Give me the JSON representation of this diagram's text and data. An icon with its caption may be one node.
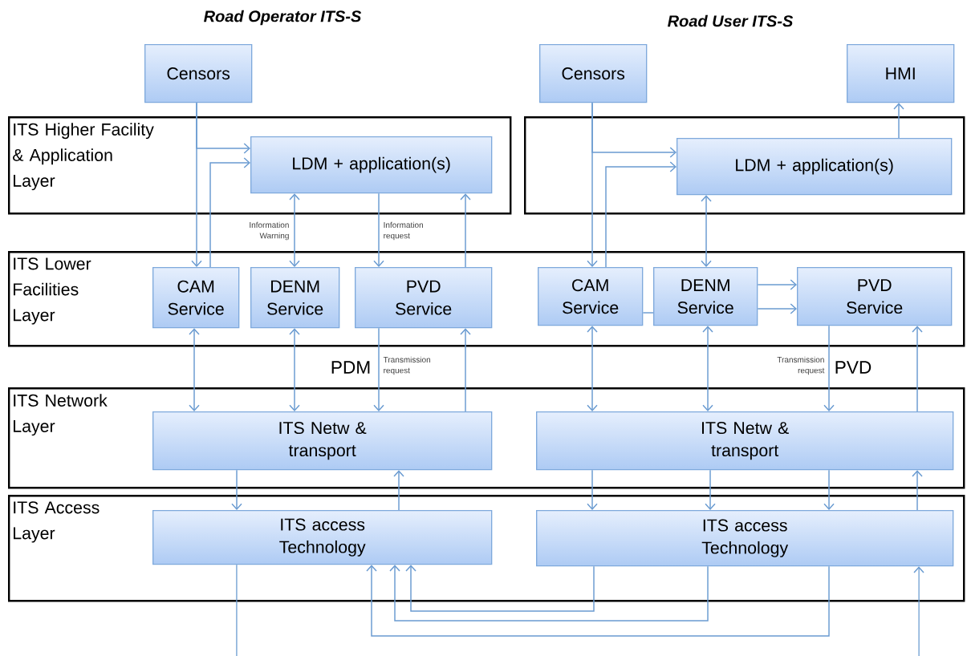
{
  "diagram": {
    "nodes": [
      {
        "text": [
          "ITS Higher Facility & Application Layer"
        ]
      },
      {
        "text": [],
        "shape": "box"
      },
      {
        "text": [
          "ITS Lower Facilities Layer"
        ]
      },
      {
        "text": [
          "ITS Network Layer"
        ]
      },
      {
        "text": [
          "ITS Access Layer"
        ]
      },
      {
        "text": [
          "Censors"
        ]
      },
      {
        "text": [
          "Censors"
        ]
      },
      {
        "text": [
          "HMI"
        ]
      },
      {
        "text": [
          "LDM + application(s)"
        ],
        "in": 0
      },
      {
        "text": [
          "LDM + application(s)"
        ],
        "in": 1
      },
      {
        "text": [
          "CAM Service"
        ],
        "in": 2
      },
      {
        "text": [
          "DENM Service"
        ],
        "in": 2
      },
      {
        "text": [
          "PVD Service"
        ],
        "in": 2
      },
      {
        "text": [
          "CAM Service"
        ],
        "in": 2
      },
      {
        "text": [
          "DENM Service"
        ],
        "in": 2
      },
      {
        "text": [
          "PVD Service"
        ],
        "in": 2
      },
      {
        "text": [
          "ITS Netw & transport"
        ],
        "in": 3
      },
      {
        "text": [
          "ITS Netw & transport"
        ],
        "in": 3
      },
      {
        "text": [
          "ITS access Technology"
        ],
        "in": 4
      },
      {
        "text": [
          "ITS access Technology"
        ],
        "in": 4
      }
    ],
    "edges": [
      {
        "from": 5,
        "to": 10,
        "arrow": "to"
      },
      {
        "from": 5,
        "to": 8,
        "arrow": "to"
      },
      {
        "from": 10,
        "to": 8,
        "arrow": "to"
      },
      {
        "from": 11,
        "to": 8,
        "arrow": "both",
        "label": "Information Warning"
      },
      {
        "from": 8,
        "to": 12,
        "arrow": "to",
        "label": "Information request"
      },
      {
        "from": 12,
        "to": 8,
        "arrow": "to"
      },
      {
        "from": 10,
        "to": 16,
        "arrow": "both"
      },
      {
        "from": 11,
        "to": 16,
        "arrow": "both"
      },
      {
        "from": 12,
        "to": 16,
        "arrow": "to",
        "label": "Transmission request"
      },
      {
        "from": 16,
        "to": 12,
        "arrow": "to"
      },
      {
        "from": 16,
        "to": 18,
        "arrow": "to"
      },
      {
        "from": 18,
        "to": 16,
        "arrow": "to"
      },
      {
        "from": 18,
        "to": null,
        "arrow": "none"
      },
      {
        "from": 19,
        "to": 18,
        "arrow": "to"
      },
      {
        "from": 19,
        "to": 18,
        "arrow": "to"
      },
      {
        "from": 19,
        "to": 18,
        "arrow": "to"
      },
      {
        "from": null,
        "to": 19,
        "arrow": "to"
      },
      {
        "from": 6,
        "to": 13,
        "arrow": "to"
      },
      {
        "from": 6,
        "to": 9,
        "arrow": "to"
      },
      {
        "from": 13,
        "to": 9,
        "arrow": "to"
      },
      {
        "from": 9,
        "to": 7,
        "arrow": "to"
      },
      {
        "from": 14,
        "to": 9,
        "arrow": "both"
      },
      {
        "from": 13,
        "to": 14,
        "arrow": "none"
      },
      {
        "from": 14,
        "to": 15,
        "arrow": "to"
      },
      {
        "from": 14,
        "to": 15,
        "arrow": "to"
      },
      {
        "from": 13,
        "to": 17,
        "arrow": "both"
      },
      {
        "from": 14,
        "to": 17,
        "arrow": "both"
      },
      {
        "from": 15,
        "to": 17,
        "arrow": "to",
        "label": "Transmission request"
      },
      {
        "from": 17,
        "to": 15,
        "arrow": "to"
      },
      {
        "from": 17,
        "to": 19,
        "arrow": "to"
      },
      {
        "from": 17,
        "to": 19,
        "arrow": "to"
      },
      {
        "from": 17,
        "to": 19,
        "arrow": "to"
      },
      {
        "from": 19,
        "to": 17,
        "arrow": "to"
      }
    ],
    "labels": [
      "Road Operator ITS-S",
      "Road User ITS-S",
      "PDM",
      "PVD"
    ]
  }
}
